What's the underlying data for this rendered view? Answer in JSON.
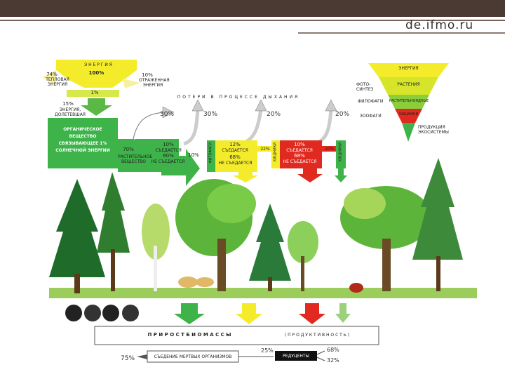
{
  "header": {
    "site": "de.ifmo.ru"
  },
  "energy": {
    "title": "Э Н Е Р Г И Я",
    "total": "100%",
    "left_pct": "74%",
    "left_label": "ТЕПЛОВАЯ ЭНЕРГИЯ",
    "right_pct": "10%",
    "right_label": "ОТРАЖЕННАЯ ЭНЕРГИЯ",
    "used_pct": "1%",
    "bottom_pct": "15%",
    "bottom_label": "ЭНЕРГИЯ, ДОЛЕТЕВШАЯ"
  },
  "losses": {
    "title": "ПОТЕРИ В ПРОЦЕССЕ ДЫХАНИЯ",
    "p1": "30%",
    "p2": "30%",
    "p3": "20%",
    "p4": "20%"
  },
  "organic": {
    "text": "ОРГАНИЧЕСКОЕ ВЕЩЕСТВО СВЯЗЫВАЮЩЕЕ 1% СОЛНЕЧНОЙ ЭНЕРГИИ"
  },
  "plants": {
    "pct": "70%",
    "label": "РАСТИТЕЛЬНОЕ ВЕЩЕСТВО",
    "eaten_pct": "10%",
    "eaten": "СЪЕДАЕТСЯ",
    "noteaten_pct": "60%",
    "noteaten": "НЕ СЪЕДАЕТСЯ",
    "side": "10%"
  },
  "herbivores": {
    "vlabel": "ФИТОФАГИ",
    "eaten_pct": "12%",
    "eaten": "СЪЕДАЕТСЯ",
    "noteaten_pct": "68%",
    "noteaten": "НЕ СЪЕДАЕТСЯ",
    "side": "22%"
  },
  "predators": {
    "vlabel": "ХИЩНИКИ",
    "eaten_pct": "10%",
    "eaten": "СЪЕДАЕТСЯ",
    "noteaten_pct": "68%",
    "noteaten": "НЕ СЪЕДАЕТСЯ",
    "side": "20%"
  },
  "top_predators": {
    "vlabel": "ХИЩНИКИ"
  },
  "pyramid": {
    "title": "ЭНЕРГИЯ",
    "l1": "РАСТЕНИЯ",
    "l2": "РАСТИТЕЛЬНОЯДНЫЕ",
    "l3": "ХИЩНИКИ",
    "tip": "ПРОДУКЦИЯ ЭКОСИСТЕМЫ",
    "s1": "ФОТО-СИНТЕЗ",
    "s2": "ФИЛОФАГИ",
    "s3": "ЗООФАГИ"
  },
  "biomass": {
    "label": "П Р И Р О С Т   Б И О М А С С Ы",
    "paren": "( П Р О Д У К Т И В Н О С Т Ь )"
  },
  "decay": {
    "left_pct": "75%",
    "dead": "СЪЕДЕНИЕ МЕРТВЫХ ОРГАНИЗМОВ",
    "mid_pct": "25%",
    "reducers": "РЕДУЦЕНТЫ",
    "r1": "68%",
    "r2": "32%"
  },
  "colors": {
    "yellow": "#f4ec2a",
    "green": "#3db34a",
    "red": "#e02a1f",
    "lightgreen": "#9bd17a"
  }
}
